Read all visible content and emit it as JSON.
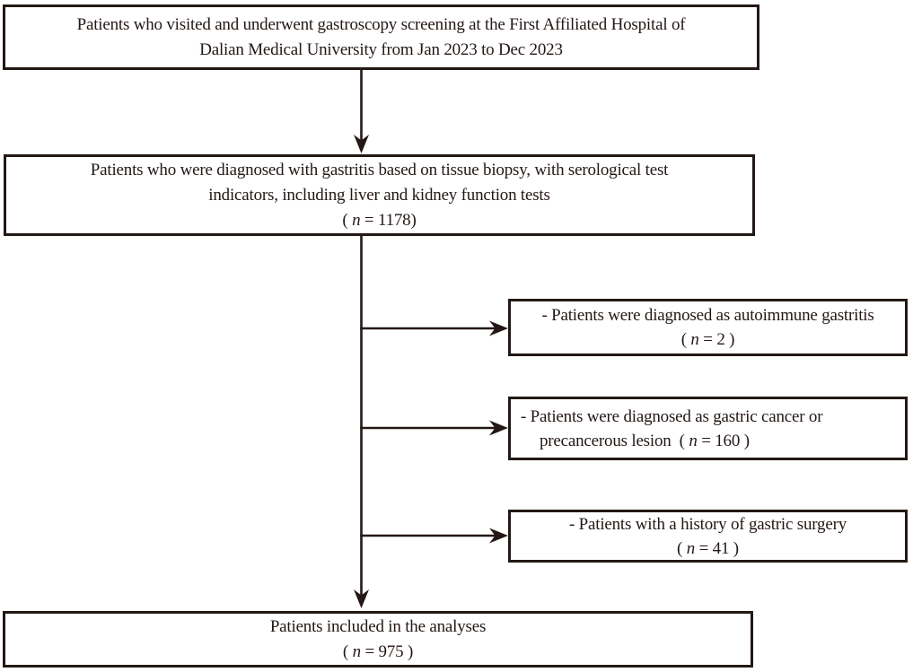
{
  "figure": {
    "description": "Patient selection flowchart",
    "colors": {
      "ink": "#231815",
      "background": "#ffffff"
    }
  },
  "boxes": {
    "screening": {
      "line1": "Patients who visited and underwent gastroscopy screening at the First Affiliated Hospital of",
      "line2": "Dalian Medical University from Jan 2023 to Dec 2023"
    },
    "diagnosed": {
      "line1": "Patients who were diagnosed with gastritis based on tissue biopsy, with serological test",
      "line2": "indicators, including liver and kidney function tests",
      "count": {
        "open": "( ",
        "var": "n",
        "rest": " = 1178)"
      }
    },
    "excluded_autoimmune": {
      "line1": "- Patients were diagnosed as autoimmune gastritis",
      "count": {
        "open": "( ",
        "var": "n",
        "rest": " = 2 )"
      }
    },
    "excluded_cancer": {
      "line1": "- Patients were diagnosed as gastric cancer or",
      "line2": {
        "pre": "precancerous lesion  ( ",
        "var": "n",
        "rest": " = 160 )"
      }
    },
    "excluded_surgery": {
      "line1": "- Patients with a history of gastric surgery",
      "count": {
        "open": "( ",
        "var": "n",
        "rest": " = 41 )"
      }
    },
    "included": {
      "line1": "Patients included in the analyses",
      "count": {
        "open": "( ",
        "var": "n",
        "rest": " = 975 )"
      }
    }
  }
}
